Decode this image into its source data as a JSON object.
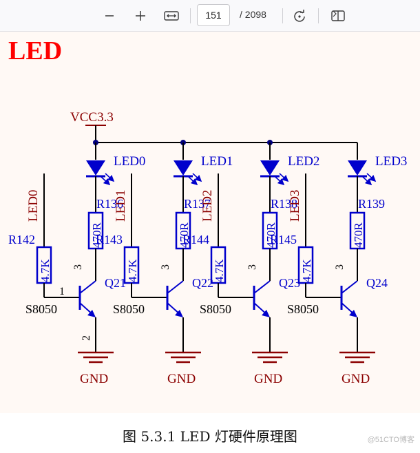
{
  "toolbar": {
    "zoom_out_label": "—",
    "zoom_in_label": "+",
    "current_page": "151",
    "total_pages": "/ 2098"
  },
  "document": {
    "title": "LED",
    "supply": "VCC3.3",
    "channels": [
      {
        "led": "LED0",
        "r_led": "R136",
        "r_led_val": "470R",
        "r_base": "R142",
        "r_base_val": "4.7K",
        "transistor": "Q21",
        "model": "S8050",
        "net": "LED0",
        "gnd": "GND"
      },
      {
        "led": "LED1",
        "r_led": "R137",
        "r_led_val": "470R",
        "r_base": "R143",
        "r_base_val": "4.7K",
        "transistor": "Q22",
        "model": "S8050",
        "net": "LED1",
        "gnd": "GND"
      },
      {
        "led": "LED2",
        "r_led": "R138",
        "r_led_val": "470R",
        "r_base": "R144",
        "r_base_val": "4.7K",
        "transistor": "Q23",
        "model": "S8050",
        "net": "LED2",
        "gnd": "GND"
      },
      {
        "led": "LED3",
        "r_led": "R139",
        "r_led_val": "470R",
        "r_base": "R145",
        "r_base_val": "4.7K",
        "transistor": "Q24",
        "model": "S8050",
        "net": "LED3",
        "gnd": "GND"
      }
    ],
    "pin_labels": {
      "collector": "3",
      "base": "1",
      "emitter": "2"
    },
    "caption": "图 5.3.1 LED 灯硬件原理图",
    "watermark": "@51CTO博客"
  },
  "colors": {
    "wire": "#000000",
    "component": "#0000cc",
    "net_label": "#8b0000",
    "title": "#ff0000"
  }
}
